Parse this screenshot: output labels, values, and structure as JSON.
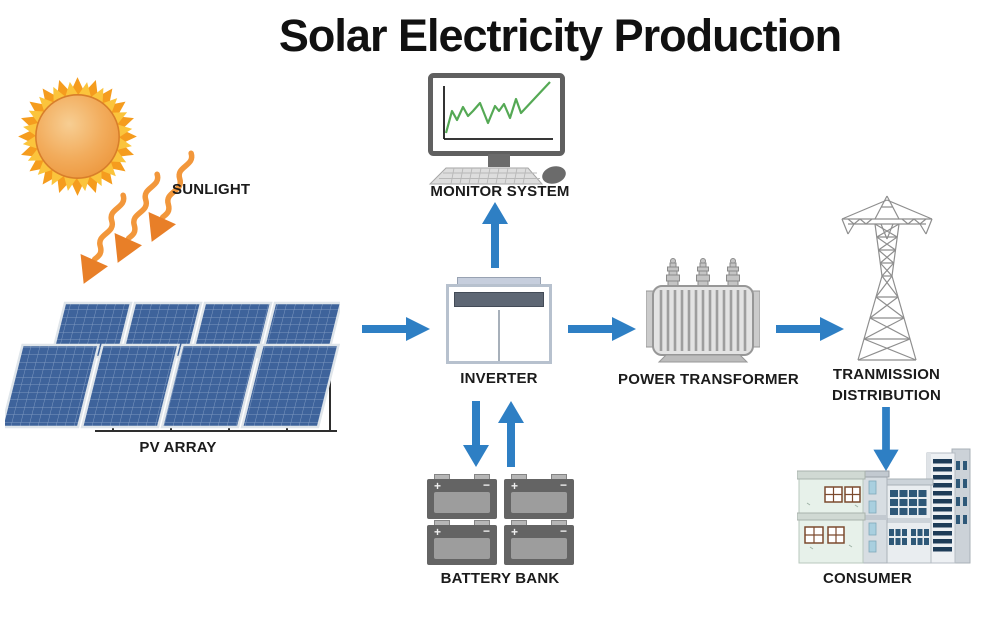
{
  "title": "Solar Electricity Production",
  "nodes": {
    "sunlight": {
      "label": "SUNLIGHT"
    },
    "pv_array": {
      "label": "PV ARRAY"
    },
    "monitor_system": {
      "label": "MONITOR SYSTEM"
    },
    "inverter": {
      "label": "INVERTER"
    },
    "battery_bank": {
      "label": "BATTERY BANK",
      "terminal_plus": "+",
      "terminal_minus": "−"
    },
    "power_transformer": {
      "label": "POWER TRANSFORMER"
    },
    "transmission_distribution": {
      "label_line1": "TRANMISSION",
      "label_line2": "DISTRIBUTION"
    },
    "consumer": {
      "label": "CONSUMER"
    }
  },
  "colors": {
    "arrow_blue": "#2E7FC4",
    "sun_orange": "#F29E3D",
    "panel_blue": "#3E639B",
    "chart_green": "#55A955",
    "label_text": "#1B1B1B"
  },
  "flows": [
    "sun → pv-array (sunlight)",
    "pv-array → inverter",
    "inverter → monitor-system",
    "inverter ↔ battery-bank",
    "inverter → power-transformer",
    "power-transformer → transmission-distribution",
    "transmission-distribution → consumer"
  ]
}
